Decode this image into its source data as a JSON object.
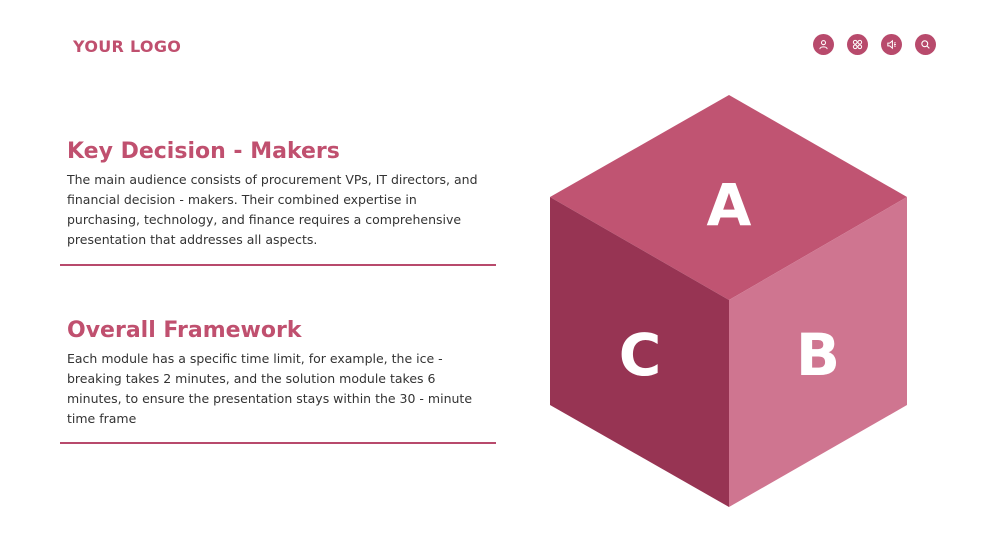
{
  "header": {
    "logo_text": "YOUR LOGO",
    "icons": [
      "user-icon",
      "grid-icon",
      "sound-icon",
      "search-icon"
    ]
  },
  "sections": [
    {
      "title": "Key Decision - Makers",
      "body": "The main audience consists of procurement VPs, IT directors, and financial decision - makers. Their combined expertise in purchasing, technology, and finance requires a comprehensive presentation that addresses all aspects."
    },
    {
      "title": "Overall Framework",
      "body": "Each module has a specific time limit, for example, the ice - breaking takes 2 minutes, and the solution module takes 6 minutes, to ensure the presentation stays within the 30 - minute time frame"
    }
  ],
  "cube": {
    "top_label": "A",
    "right_label": "B",
    "left_label": "C",
    "colors": {
      "top": "#c05472",
      "right": "#cf7590",
      "left": "#973453"
    }
  },
  "colors": {
    "accent": "#c0506f",
    "icon_bg": "#b84a6c"
  }
}
